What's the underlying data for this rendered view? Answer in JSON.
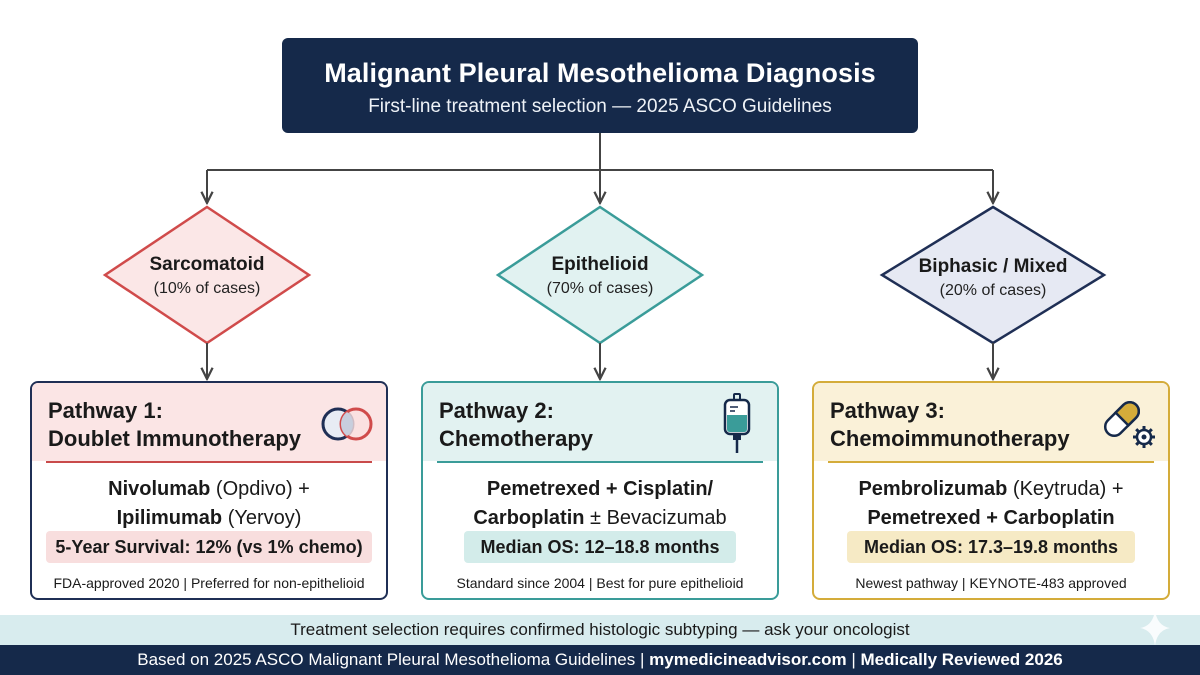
{
  "header": {
    "title": "Malignant Pleural Mesothelioma Diagnosis",
    "subtitle": "First-line treatment selection — 2025 ASCO Guidelines"
  },
  "subtypes": [
    {
      "name": "Sarcomatoid",
      "pct": "(10% of cases)",
      "color": "#d04b4b",
      "fill": "#fbe7e7"
    },
    {
      "name": "Epithelioid",
      "pct": "(70% of cases)",
      "color": "#3a9c99",
      "fill": "#e1f2f1"
    },
    {
      "name": "Biphasic / Mixed",
      "pct": "(20% of cases)",
      "color": "#1f2f55",
      "fill": "#e6e9f3"
    }
  ],
  "pathways": [
    {
      "title_line1": "Pathway 1:",
      "title_line2": "Doublet Immunotherapy",
      "drug1_bold": "Nivolumab",
      "drug1_rest": " (Opdivo) +",
      "drug2_bold": "Ipilimumab",
      "drug2_rest": " (Yervoy)",
      "stat": "5-Year Survival: 12% (vs 1% chemo)",
      "note": "FDA-approved 2020 | Preferred for non-epithelioid",
      "border": "#1f2f55",
      "head_fill": "#fbe5e5",
      "rule": "#c94a4a",
      "pill_fill": "#f8dede",
      "icon": "overlapping-circles-icon"
    },
    {
      "title_line1": "Pathway 2:",
      "title_line2": "Chemotherapy",
      "drug1_bold": "Pemetrexed + Cisplatin/",
      "drug1_rest": "",
      "drug2_bold": "Carboplatin",
      "drug2_rest": " ± Bevacizumab",
      "stat": "Median OS: 12–18.8 months",
      "note": "Standard since 2004 | Best for pure epithelioid",
      "border": "#3a9c99",
      "head_fill": "#e2f2f1",
      "rule": "#3a9c99",
      "pill_fill": "#d3ecea",
      "icon": "iv-bag-icon"
    },
    {
      "title_line1": "Pathway 3:",
      "title_line2": "Chemoimmunotherapy",
      "drug1_bold": "Pembrolizumab",
      "drug1_rest": " (Keytruda) +",
      "drug2_bold": "Pemetrexed + Carboplatin",
      "drug2_rest": "",
      "stat": "Median OS: 17.3–19.8 months",
      "note": "Newest pathway | KEYNOTE-483 approved",
      "border": "#d4ac3a",
      "head_fill": "#faf1d8",
      "rule": "#d4ac3a",
      "pill_fill": "#f6eac5",
      "icon": "capsule-gear-icon"
    }
  ],
  "note_band": "Treatment selection requires confirmed histologic subtyping — ask your oncologist",
  "footer": {
    "part1": "Based on 2025 ASCO Malignant Pleural Mesothelioma Guidelines | ",
    "site": "mymedicineadvisor.com",
    "part2": " | ",
    "reviewed": "Medically Reviewed 2026"
  },
  "colors": {
    "navy": "#15294a",
    "connector": "#444444"
  }
}
